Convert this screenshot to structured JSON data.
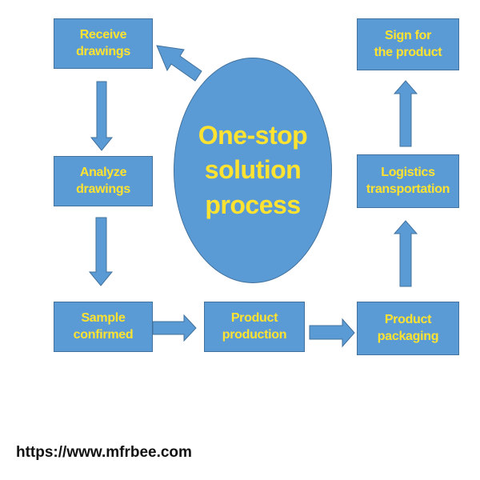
{
  "diagram": {
    "center": "One-stop\nsolution\nprocess",
    "steps": [
      "Receive\ndrawings",
      "Analyze\ndrawings",
      "Sample\nconfirmed",
      "Product\nproduction",
      "Product\npackaging",
      "Logistics\ntransportation",
      "Sign for\nthe product"
    ]
  },
  "footer": {
    "url": "https://www.mfrbee.com"
  },
  "colors": {
    "box_fill": "#5b9bd5",
    "box_border": "#41719c",
    "label_text": "#ffe330",
    "arrow_fill": "#5b9bd5"
  }
}
